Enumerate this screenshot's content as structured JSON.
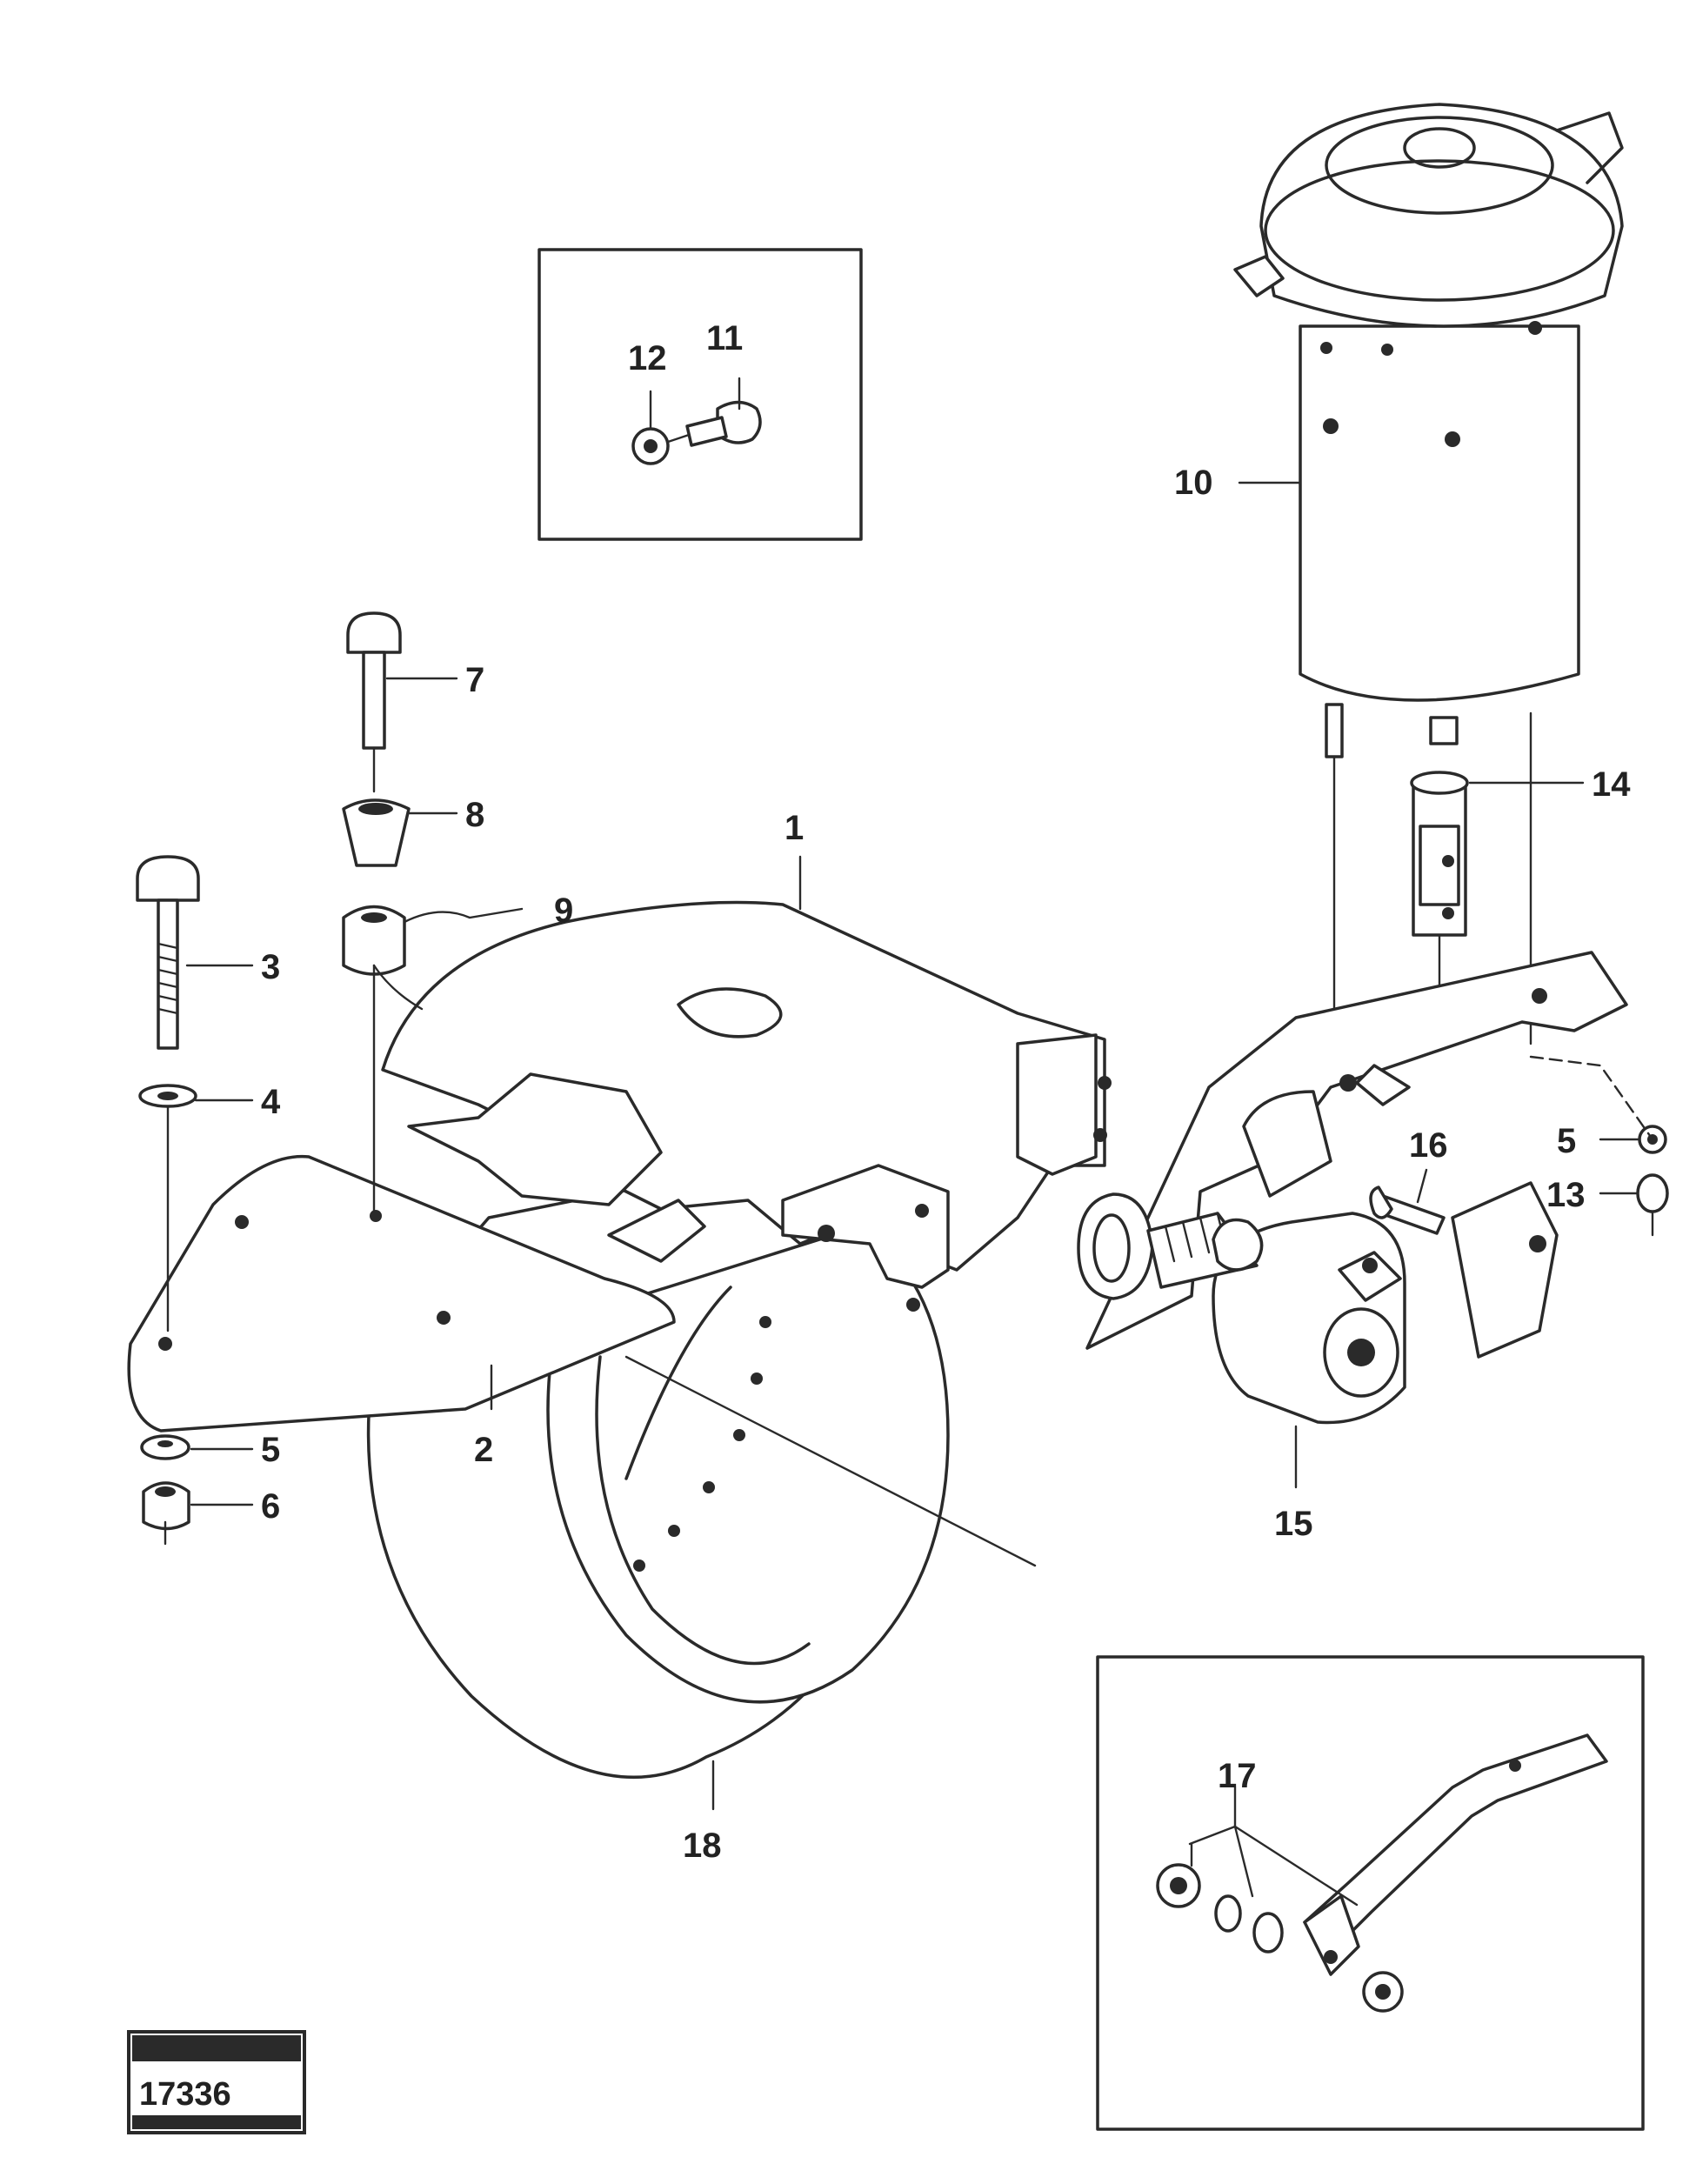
{
  "callouts": [
    {
      "id": "c1",
      "text": "1"
    },
    {
      "id": "c2",
      "text": "2"
    },
    {
      "id": "c3",
      "text": "3"
    },
    {
      "id": "c4",
      "text": "4"
    },
    {
      "id": "c5a",
      "text": "5"
    },
    {
      "id": "c5b",
      "text": "5"
    },
    {
      "id": "c6",
      "text": "6"
    },
    {
      "id": "c7",
      "text": "7"
    },
    {
      "id": "c8",
      "text": "8"
    },
    {
      "id": "c9",
      "text": "9"
    },
    {
      "id": "c10",
      "text": "10"
    },
    {
      "id": "c11",
      "text": "11"
    },
    {
      "id": "c12",
      "text": "12"
    },
    {
      "id": "c13",
      "text": "13"
    },
    {
      "id": "c14",
      "text": "14"
    },
    {
      "id": "c15",
      "text": "15"
    },
    {
      "id": "c16",
      "text": "16"
    },
    {
      "id": "c17",
      "text": "17"
    },
    {
      "id": "c18",
      "text": "18"
    }
  ],
  "stamp": {
    "number": "17336"
  }
}
